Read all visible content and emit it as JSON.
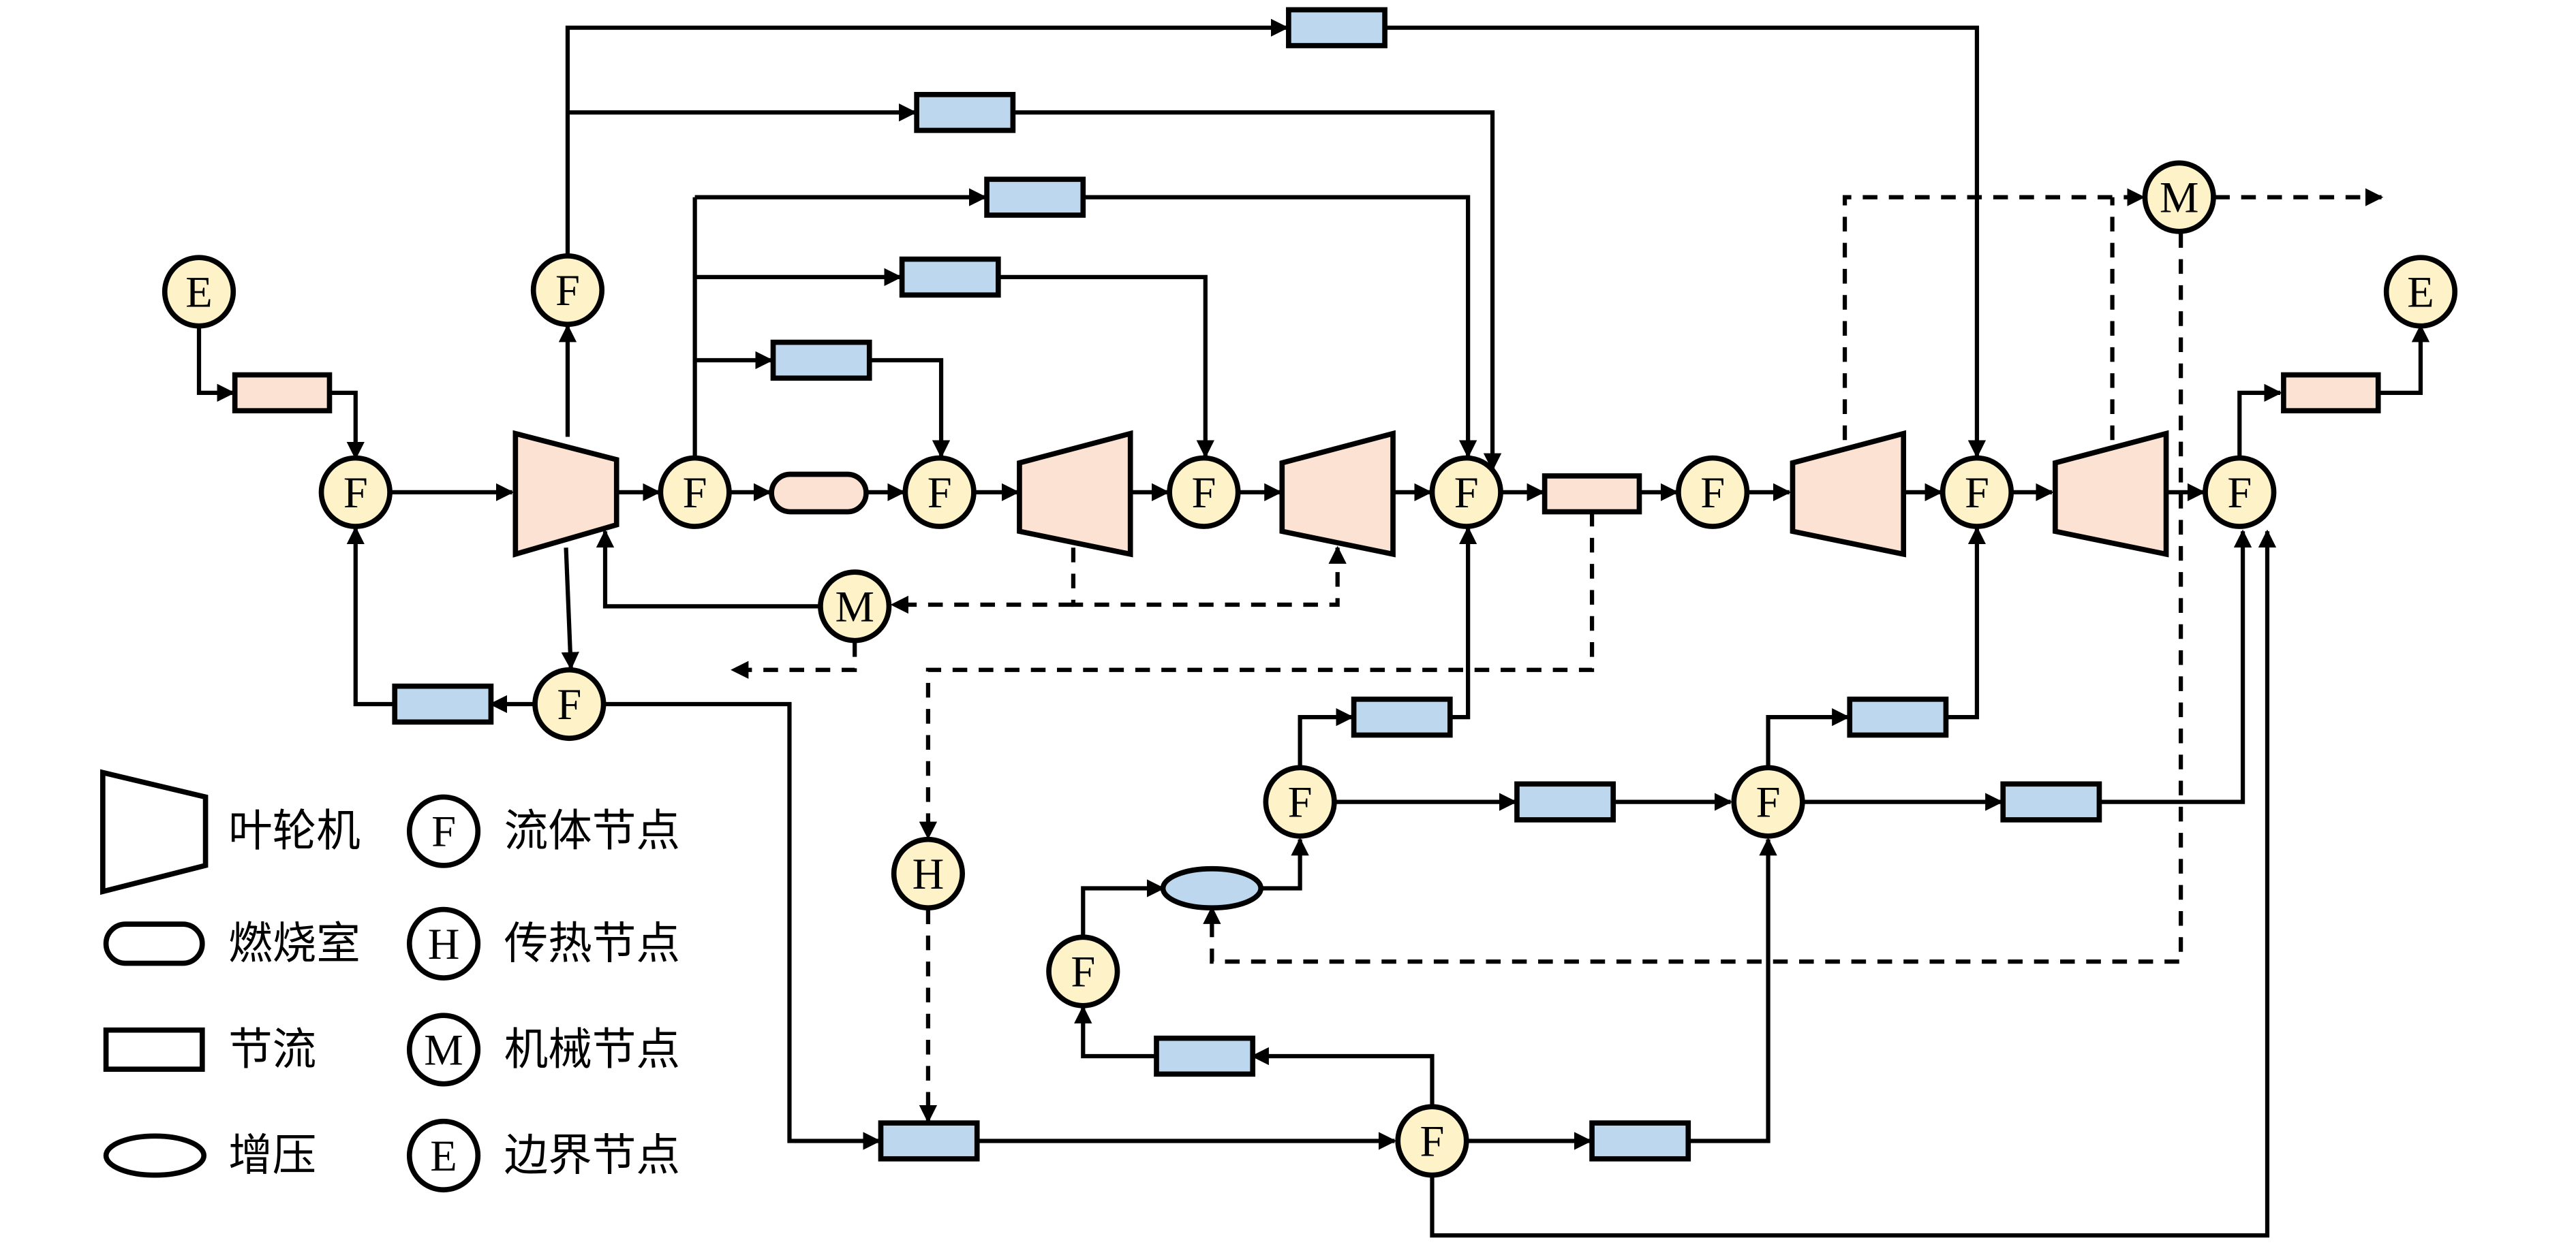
{
  "nodes": {
    "fluid": "F",
    "heat": "H",
    "mech": "M",
    "boundary": "E"
  },
  "legend": {
    "turbomachine": "叶轮机",
    "combustor": "燃烧室",
    "throttle": "节流",
    "compressor": "增压",
    "fluid_node": "流体节点",
    "heat_node": "传热节点",
    "mech_node": "机械节点",
    "boundary_node": "边界节点"
  },
  "colors": {
    "component_fill": "#fbe2d3",
    "pipe_fill": "#bcd7ee",
    "node_fill": "#fdf2c8",
    "line": "#000000",
    "background": "#ffffff"
  }
}
